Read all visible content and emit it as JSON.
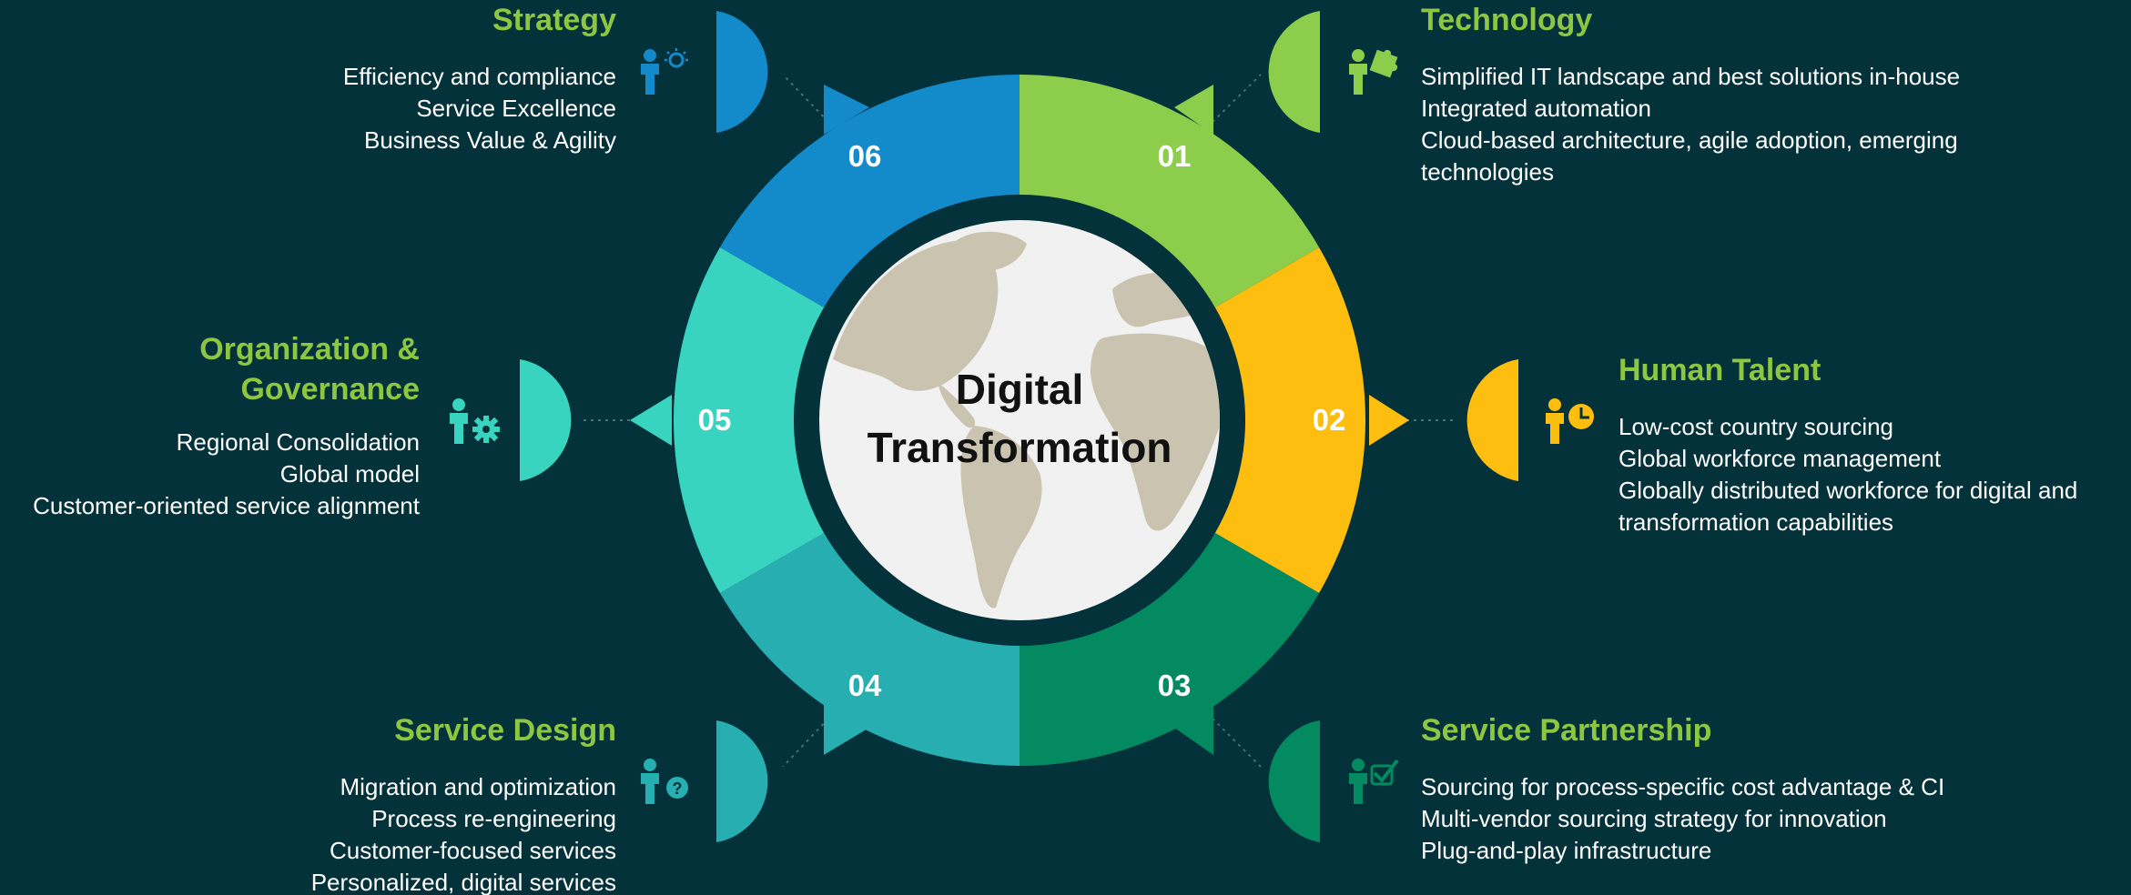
{
  "center": {
    "line1": "Digital",
    "line2": "Transformation"
  },
  "segments": [
    {
      "number": "01",
      "title": "Technology",
      "color": "#8cce4c",
      "icon": "person-puzzle-icon",
      "items": [
        "Simplified  IT landscape and best solutions in-house",
        "Integrated automation",
        "Cloud-based architecture, agile adoption, emerging technologies"
      ]
    },
    {
      "number": "02",
      "title": "Human Talent",
      "color": "#fdbe10",
      "icon": "person-clock-icon",
      "items": [
        "Low-cost country sourcing",
        "Global workforce management",
        "Globally distributed workforce for digital and transformation capabilities"
      ]
    },
    {
      "number": "03",
      "title": "Service Partnership",
      "color": "#038a60",
      "icon": "person-checkmark-icon",
      "items": [
        "Sourcing for process-specific cost advantage & CI",
        "Multi-vendor sourcing strategy for innovation",
        "Plug-and-play infrastructure"
      ]
    },
    {
      "number": "04",
      "title": "Service Design",
      "color": "#27aeb0",
      "icon": "person-question-icon",
      "items": [
        "Migration and optimization",
        "Process re-engineering",
        "Customer-focused services",
        "Personalized, digital services"
      ]
    },
    {
      "number": "05",
      "title": "Organization & Governance",
      "title_line1": "Organization &",
      "title_line2": "Governance",
      "color": "#38d4c0",
      "icon": "person-gear-icon",
      "items": [
        "Regional Consolidation",
        "Global model",
        "Customer-oriented service alignment"
      ]
    },
    {
      "number": "06",
      "title": "Strategy",
      "color": "#138bcb",
      "icon": "person-lightbulb-icon",
      "items": [
        "Efficiency and compliance",
        "Service Excellence",
        "Business Value & Agility"
      ]
    }
  ],
  "colors": {
    "background": "#03323a",
    "title_green": "#8dc741",
    "globe_land": "#c9c3b0",
    "globe_sea": "#f1f1f1"
  }
}
